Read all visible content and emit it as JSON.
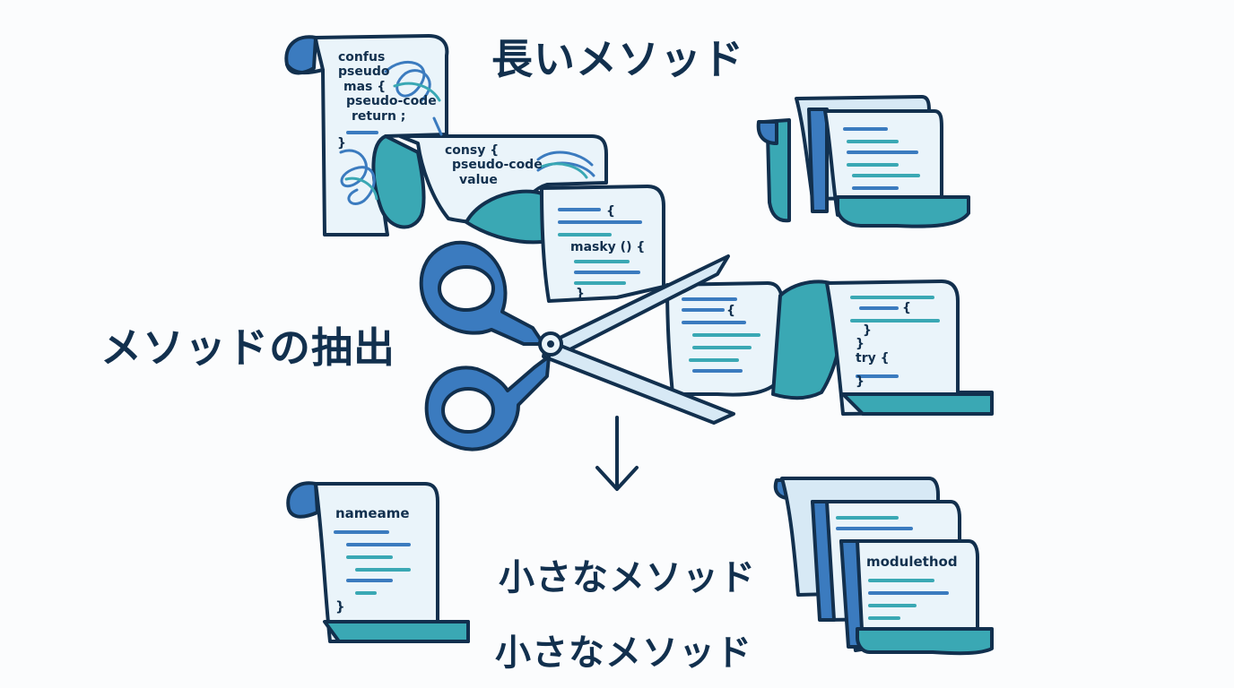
{
  "labels": {
    "long_method": "長いメソッド",
    "extract_method": "メソッドの抽出",
    "small_method_1": "小さなメソッド",
    "small_method_2": "小さなメソッド"
  },
  "long_scroll": {
    "sheet1": [
      "confus",
      "pseudo",
      "mas {",
      "pseudo-code",
      "return ;",
      "}"
    ],
    "sheet2": [
      "consy {",
      "pseudo-code",
      "value"
    ],
    "sheet3": [
      "{",
      "masky () {",
      "}"
    ],
    "sheet4": [
      "{"
    ],
    "sheet5": [
      "{",
      "}",
      "}",
      "try {",
      "}"
    ]
  },
  "result": {
    "small_scroll_label": "nameame",
    "small_scroll_close": "}",
    "module_label": "modulethod"
  },
  "colors": {
    "navy": "#12304e",
    "blue": "#3b7bbf",
    "teal": "#3aa8b4",
    "paper": "#eaf4fa",
    "paper_light": "#f4f9fc"
  }
}
